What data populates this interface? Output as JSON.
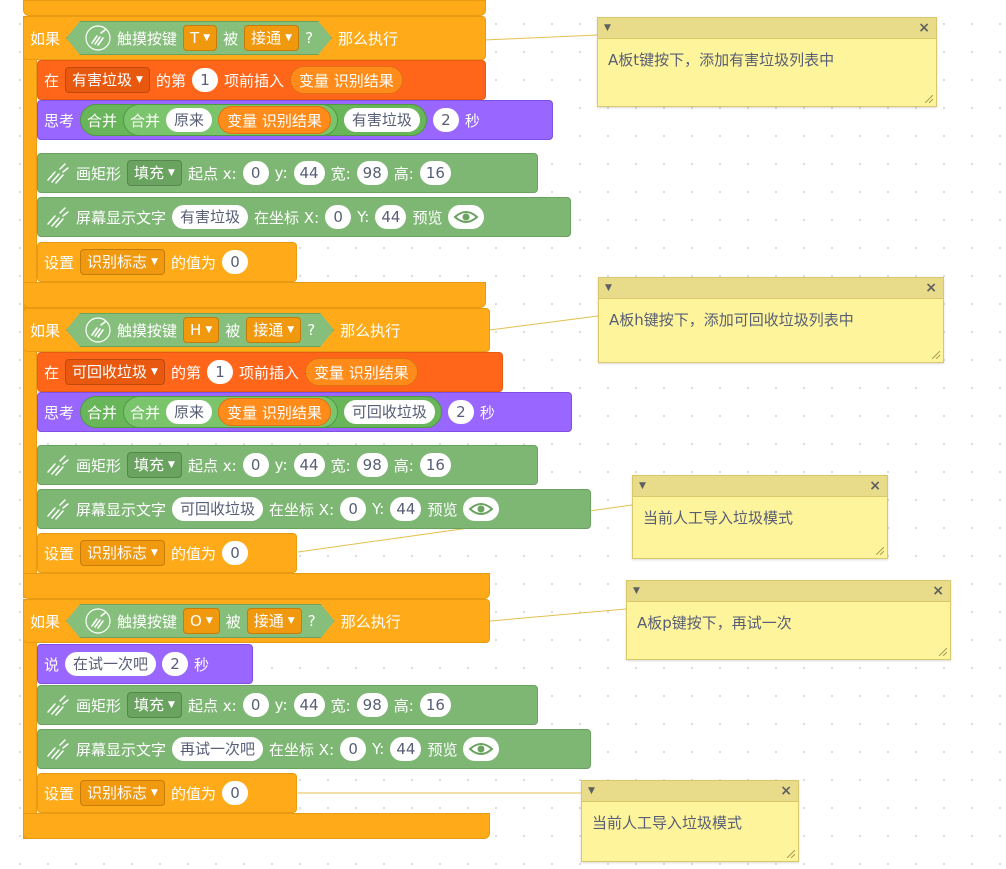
{
  "if_label": "如果",
  "then_label": "那么执行",
  "touch_label": "触摸按键",
  "by_label": "被",
  "connected": "接通",
  "question": "?",
  "insert_at": "在",
  "insert_of_the": "的第",
  "insert_item": "项前插入",
  "var_label": "变量 识别结果",
  "think": "思考",
  "say": "说",
  "join": "合并",
  "original": "原来",
  "seconds": "秒",
  "draw_rect": "画矩形",
  "fill": "填充",
  "start_x": "起点 x:",
  "y_label": "y:",
  "width_label": "宽:",
  "height_label": "高:",
  "screen_text": "屏幕显示文字",
  "at_coord_x": "在坐标 X:",
  "Y_label": "Y:",
  "preview": "预览",
  "set_label": "设置",
  "flag_var": "识别标志",
  "value_to": "的值为",
  "rect_values": {
    "x": "0",
    "y": "44",
    "w": "98",
    "h": "16"
  },
  "text_coord": {
    "x": "0",
    "y": "44"
  },
  "groups": [
    {
      "key": "T",
      "list_name": "有害垃圾",
      "index": "1",
      "join_text": "有害垃圾",
      "think_secs": "2",
      "screen_text": "有害垃圾",
      "set_value": "0"
    },
    {
      "key": "H",
      "list_name": "可回收垃圾",
      "index": "1",
      "join_text": "可回收垃圾",
      "think_secs": "2",
      "screen_text": "可回收垃圾",
      "set_value": "0"
    },
    {
      "key": "O",
      "say_text": "在试一次吧",
      "say_secs": "2",
      "screen_text": "再试一次吧",
      "set_value": "0"
    }
  ],
  "comments": [
    {
      "text": "A板t键按下，添加有害垃圾列表中"
    },
    {
      "text": "A板h键按下，添加可回收垃圾列表中"
    },
    {
      "text": "当前人工导入垃圾模式"
    },
    {
      "text": "A板p键按下，再试一次"
    },
    {
      "text": "当前人工导入垃圾模式"
    }
  ],
  "colors": {
    "control": "#ffab19",
    "list": "#ff661a",
    "looks": "#9966ff",
    "extension": "#7eb774",
    "operator": "#68b55a",
    "comment": "#fef49c"
  },
  "icons": {
    "touch": "hand-touch-icon",
    "preview": "eye-icon"
  }
}
